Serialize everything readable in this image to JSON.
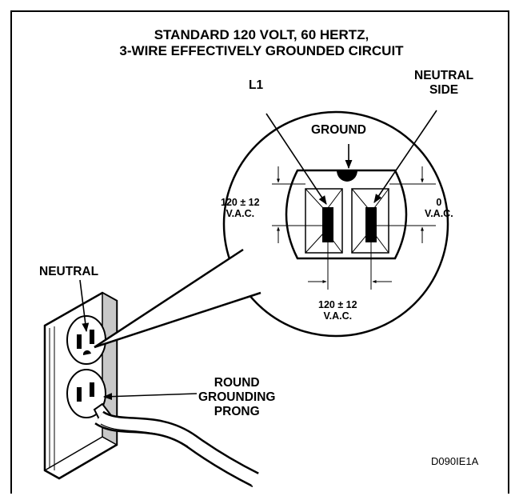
{
  "title": {
    "line1": "STANDARD 120 VOLT, 60 HERTZ,",
    "line2": "3-WIRE EFFECTIVELY GROUNDED CIRCUIT"
  },
  "labels": {
    "l1": "L1",
    "neutral_side_line1": "NEUTRAL",
    "neutral_side_line2": "SIDE",
    "ground": "GROUND",
    "left_voltage_line1": "120 ± 12",
    "left_voltage_line2": "V.A.C.",
    "right_voltage_line1": "0",
    "right_voltage_line2": "V.A.C.",
    "bottom_voltage_line1": "120 ± 12",
    "bottom_voltage_line2": "V.A.C.",
    "neutral": "NEUTRAL",
    "prong_line1": "ROUND",
    "prong_line2": "GROUNDING",
    "prong_line3": "PRONG"
  },
  "figure_code": "D090IE1A",
  "colors": {
    "ink": "#000000",
    "paper": "#ffffff",
    "shade": "#c8c8c8"
  }
}
